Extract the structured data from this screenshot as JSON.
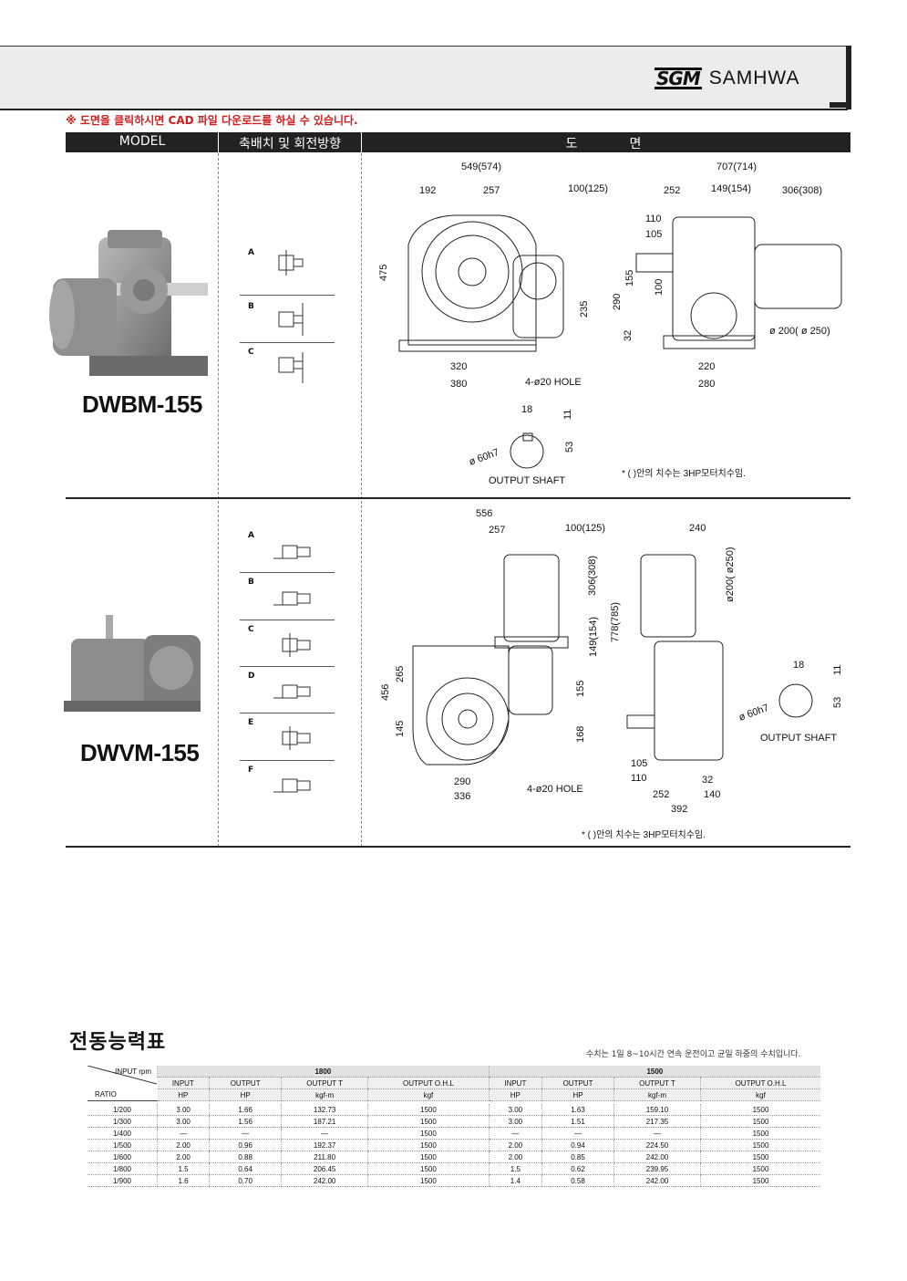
{
  "brand": {
    "mark": "SGM",
    "name": "SAMHWA"
  },
  "notice": "※ 도면을 클릭하시면 CAD 파일 다운로드를 하실 수 있습니다.",
  "table_header": {
    "model": "MODEL",
    "arrangement": "축배치 및 회전방향",
    "drawing_1": "도",
    "drawing_2": "면"
  },
  "models": [
    {
      "name": "DWBM-155",
      "options": [
        "A",
        "B",
        "C"
      ]
    },
    {
      "name": "DWVM-155",
      "options": [
        "A",
        "B",
        "C",
        "D",
        "E",
        "F"
      ]
    }
  ],
  "drawing1": {
    "dims": [
      "549(574)",
      "192",
      "257",
      "100(125)",
      "475",
      "235",
      "320",
      "380",
      "4-ø20 HOLE",
      "707(714)",
      "252",
      "149(154)",
      "306(308)",
      "110",
      "105",
      "155",
      "100",
      "290",
      "32",
      "220",
      "280",
      "ø 200( ø 250)",
      "18",
      "11",
      "ø 60h7",
      "53",
      "OUTPUT SHAFT"
    ],
    "note": "* (  )안의 치수는 3HP모터치수임."
  },
  "drawing2": {
    "dims": [
      "556",
      "257",
      "100(125)",
      "306(308)",
      "149(154)",
      "778(785)",
      "265",
      "456",
      "145",
      "155",
      "168",
      "290",
      "336",
      "4-ø20 HOLE",
      "240",
      "ø200( ø250)",
      "18",
      "11",
      "ø 60h7",
      "53",
      "OUTPUT SHAFT",
      "105",
      "110",
      "32",
      "252",
      "140",
      "392"
    ],
    "note": "* (  )안의 치수는 3HP모터치수임."
  },
  "performance": {
    "title": "전동능력표",
    "note": "수치는 1일 8~10시간 연속 운전이고 균일 하중의 수치입니다.",
    "corner_top": "INPUT rpm",
    "corner_bottom": "RATIO",
    "groups": [
      "1800",
      "1500"
    ],
    "col_heads": [
      [
        "INPUT",
        "HP"
      ],
      [
        "OUTPUT",
        "HP"
      ],
      [
        "OUTPUT T",
        "kgf-m"
      ],
      [
        "OUTPUT O.H.L",
        "kgf"
      ],
      [
        "INPUT",
        "HP"
      ],
      [
        "OUTPUT",
        "HP"
      ],
      [
        "OUTPUT T",
        "kgf-m"
      ],
      [
        "OUTPUT O.H.L",
        "kgf"
      ]
    ],
    "rows": [
      [
        "1/200",
        "3.00",
        "1.66",
        "132.73",
        "1500",
        "3.00",
        "1.63",
        "159.10",
        "1500"
      ],
      [
        "1/300",
        "3.00",
        "1.56",
        "187.21",
        "1500",
        "3.00",
        "1.51",
        "217.35",
        "1500"
      ],
      [
        "1/400",
        "—",
        "—",
        "—",
        "1500",
        "—",
        "—",
        "—",
        "1500"
      ],
      [
        "1/500",
        "2.00",
        "0.96",
        "192.37",
        "1500",
        "2.00",
        "0.94",
        "224.50",
        "1500"
      ],
      [
        "1/600",
        "2.00",
        "0.88",
        "211.80",
        "1500",
        "2.00",
        "0.85",
        "242.00",
        "1500"
      ],
      [
        "1/800",
        "1.5",
        "0.64",
        "206.45",
        "1500",
        "1.5",
        "0.62",
        "239.95",
        "1500"
      ],
      [
        "1/900",
        "1.6",
        "0.70",
        "242.00",
        "1500",
        "1.4",
        "0.58",
        "242.00",
        "1500"
      ]
    ]
  }
}
